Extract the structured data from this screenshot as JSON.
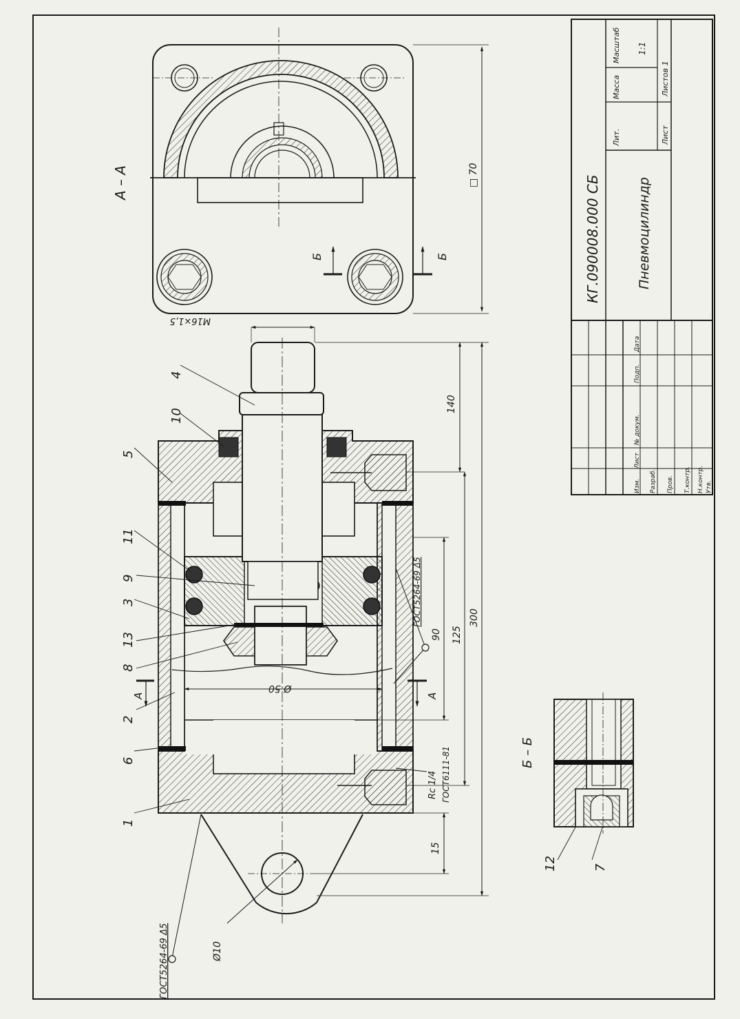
{
  "title_block": {
    "designation": "КГ.090008.000 СБ",
    "name": "Пневмоцилиндр",
    "col_lit": "Лит.",
    "col_mass": "Масса",
    "col_scale": "Масштаб",
    "scale_value": "1:1",
    "sheet_label": "Лист",
    "sheets_label": "Листов 1",
    "header_izm": "Изм.",
    "header_list": "Лист",
    "header_doc": "№ докум.",
    "header_sign": "Подп.",
    "header_date": "Дата",
    "row_razrab": "Разраб.",
    "row_prov": "Пров.",
    "row_tkontr": "Т.контр.",
    "row_nkontr": "Н.контр.",
    "row_utv": "Утв."
  },
  "views": {
    "section_aa": "А – А",
    "section_bb": "Б – Б",
    "cut_a": "А",
    "cut_b": "Б"
  },
  "dimensions": {
    "square": "□ 70",
    "thread": "М16×1,5",
    "len_140": "140",
    "len_300": "300",
    "len_125": "125",
    "len_90": "90",
    "dia_50": "Ø 50",
    "len_15": "15",
    "dia_10": "Ø10",
    "port": "Rc 1/4",
    "port_std": "ГОСТ6111-81",
    "weld_std_1": "ГОСТ5264-69 Δ5",
    "weld_std_2": "ГОСТ5264-69 Δ5"
  },
  "callouts": {
    "c1": "1",
    "c2": "2",
    "c3": "3",
    "c4": "4",
    "c5": "5",
    "c6": "6",
    "c7": "7",
    "c8": "8",
    "c9": "9",
    "c10": "10",
    "c11": "11",
    "c12": "12",
    "c13": "13"
  }
}
